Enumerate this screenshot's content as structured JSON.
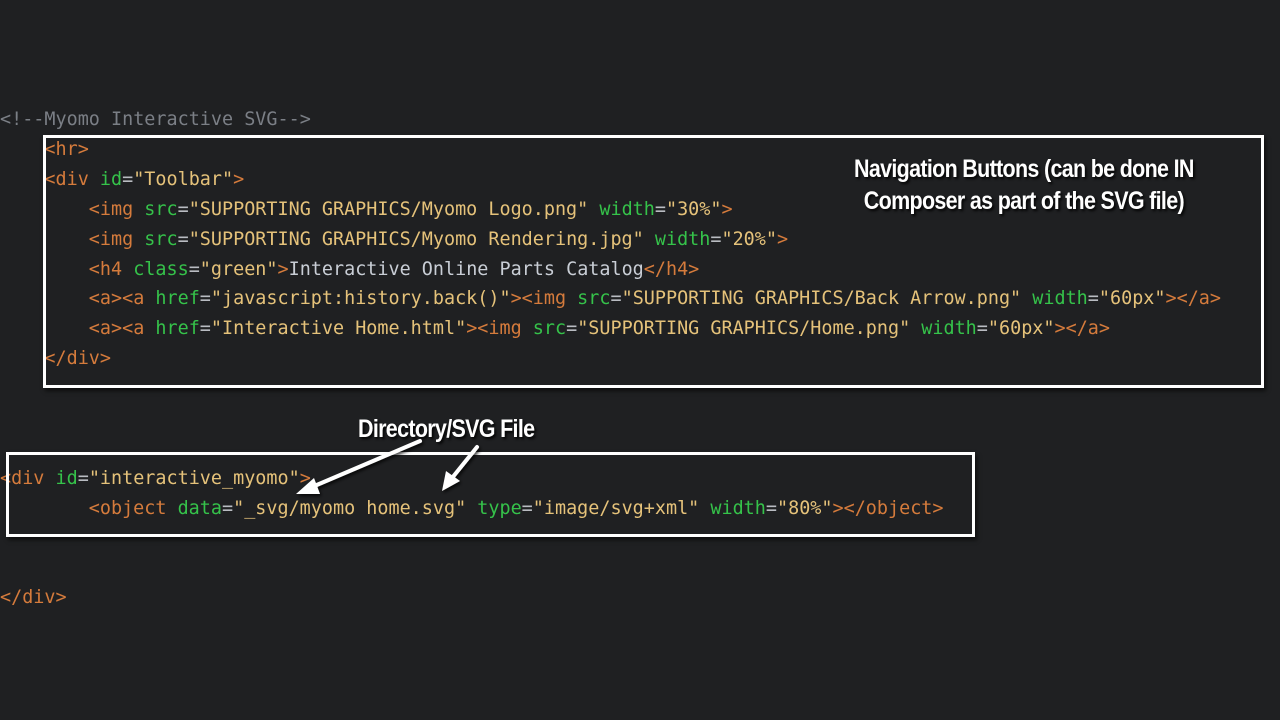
{
  "colors": {
    "background": "#1f2022",
    "tag": "#d57b3c",
    "attribute": "#35c24a",
    "string": "#e5c27a",
    "text": "#c9ced6",
    "comment": "#7b7f86",
    "annotation": "#ffffff"
  },
  "code": {
    "lines": [
      {
        "indent": "",
        "tokens": [
          {
            "t": "comment",
            "v": "<!--Myomo Interactive SVG-->"
          }
        ]
      },
      {
        "indent": "    ",
        "tokens": [
          {
            "t": "tag",
            "v": "<hr>"
          }
        ]
      },
      {
        "indent": "    ",
        "tokens": [
          {
            "t": "tag",
            "v": "<div "
          },
          {
            "t": "attr",
            "v": "id"
          },
          {
            "t": "eq",
            "v": "="
          },
          {
            "t": "str",
            "v": "\"Toolbar\""
          },
          {
            "t": "tag",
            "v": ">"
          }
        ]
      },
      {
        "indent": "        ",
        "tokens": [
          {
            "t": "tag",
            "v": "<img "
          },
          {
            "t": "attr",
            "v": "src"
          },
          {
            "t": "eq",
            "v": "="
          },
          {
            "t": "str",
            "v": "\"SUPPORTING GRAPHICS/Myomo Logo.png\""
          },
          {
            "t": "text",
            "v": " "
          },
          {
            "t": "attr",
            "v": "width"
          },
          {
            "t": "eq",
            "v": "="
          },
          {
            "t": "str",
            "v": "\"30%\""
          },
          {
            "t": "tag",
            "v": ">"
          }
        ]
      },
      {
        "indent": "        ",
        "tokens": [
          {
            "t": "tag",
            "v": "<img "
          },
          {
            "t": "attr",
            "v": "src"
          },
          {
            "t": "eq",
            "v": "="
          },
          {
            "t": "str",
            "v": "\"SUPPORTING GRAPHICS/Myomo Rendering.jpg\""
          },
          {
            "t": "text",
            "v": " "
          },
          {
            "t": "attr",
            "v": "width"
          },
          {
            "t": "eq",
            "v": "="
          },
          {
            "t": "str",
            "v": "\"20%\""
          },
          {
            "t": "tag",
            "v": ">"
          }
        ]
      },
      {
        "indent": "        ",
        "tokens": [
          {
            "t": "tag",
            "v": "<h4 "
          },
          {
            "t": "attr",
            "v": "class"
          },
          {
            "t": "eq",
            "v": "="
          },
          {
            "t": "str",
            "v": "\"green\""
          },
          {
            "t": "tag",
            "v": ">"
          },
          {
            "t": "text",
            "v": "Interactive Online Parts Catalog"
          },
          {
            "t": "tag",
            "v": "</h4>"
          }
        ]
      },
      {
        "indent": "        ",
        "tokens": [
          {
            "t": "tag",
            "v": "<a><a "
          },
          {
            "t": "attr",
            "v": "href"
          },
          {
            "t": "eq",
            "v": "="
          },
          {
            "t": "str",
            "v": "\"javascript:history.back()\""
          },
          {
            "t": "tag",
            "v": "><img "
          },
          {
            "t": "attr",
            "v": "src"
          },
          {
            "t": "eq",
            "v": "="
          },
          {
            "t": "str",
            "v": "\"SUPPORTING GRAPHICS/Back Arrow.png\""
          },
          {
            "t": "text",
            "v": " "
          },
          {
            "t": "attr",
            "v": "width"
          },
          {
            "t": "eq",
            "v": "="
          },
          {
            "t": "str",
            "v": "\"60px\""
          },
          {
            "t": "tag",
            "v": "></a>"
          }
        ]
      },
      {
        "indent": "        ",
        "tokens": [
          {
            "t": "tag",
            "v": "<a><a "
          },
          {
            "t": "attr",
            "v": "href"
          },
          {
            "t": "eq",
            "v": "="
          },
          {
            "t": "str",
            "v": "\"Interactive Home.html\""
          },
          {
            "t": "tag",
            "v": "><img "
          },
          {
            "t": "attr",
            "v": "src"
          },
          {
            "t": "eq",
            "v": "="
          },
          {
            "t": "str",
            "v": "\"SUPPORTING GRAPHICS/Home.png\""
          },
          {
            "t": "text",
            "v": " "
          },
          {
            "t": "attr",
            "v": "width"
          },
          {
            "t": "eq",
            "v": "="
          },
          {
            "t": "str",
            "v": "\"60px\""
          },
          {
            "t": "tag",
            "v": "></a>"
          }
        ]
      },
      {
        "indent": "    ",
        "tokens": [
          {
            "t": "tag",
            "v": "</div>"
          }
        ]
      },
      {
        "indent": "",
        "tokens": [
          {
            "t": "tag",
            "v": "<div "
          },
          {
            "t": "attr",
            "v": "id"
          },
          {
            "t": "eq",
            "v": "="
          },
          {
            "t": "str",
            "v": "\"interactive_myomo\""
          },
          {
            "t": "tag",
            "v": ">"
          }
        ]
      },
      {
        "indent": "        ",
        "tokens": [
          {
            "t": "tag",
            "v": "<object "
          },
          {
            "t": "attr",
            "v": "data"
          },
          {
            "t": "eq",
            "v": "="
          },
          {
            "t": "str",
            "v": "\"_svg/myomo home.svg\""
          },
          {
            "t": "text",
            "v": " "
          },
          {
            "t": "attr",
            "v": "type"
          },
          {
            "t": "eq",
            "v": "="
          },
          {
            "t": "str",
            "v": "\"image/svg+xml\""
          },
          {
            "t": "text",
            "v": " "
          },
          {
            "t": "attr",
            "v": "width"
          },
          {
            "t": "eq",
            "v": "="
          },
          {
            "t": "str",
            "v": "\"80%\""
          },
          {
            "t": "tag",
            "v": "></object>"
          }
        ]
      },
      {
        "indent": "",
        "tokens": [
          {
            "t": "tag",
            "v": "</div>"
          }
        ]
      }
    ]
  },
  "annotations": {
    "navigation": {
      "line1": "Navigation Buttons (can be done IN",
      "line2": "Composer as part of the SVG file)"
    },
    "directory": {
      "label": "Directory/SVG File"
    }
  }
}
